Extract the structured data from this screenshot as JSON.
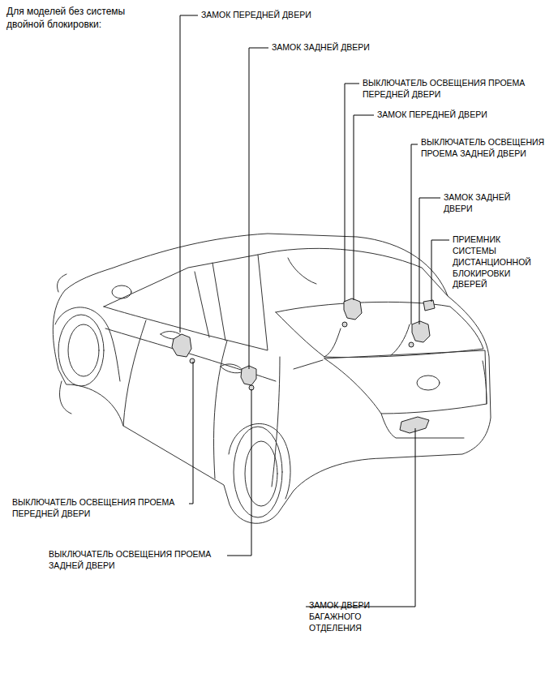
{
  "diagram": {
    "title": "Для моделей без системы двойной блокировки:",
    "labels": [
      "ЗАМОК ПЕРЕДНЕЙ ДВЕРИ",
      "ЗАМОК ЗАДНЕЙ ДВЕРИ",
      "ВЫКЛЮЧАТЕЛЬ ОСВЕЩЕНИЯ ПРОЕМА ПЕРЕДНЕЙ ДВЕРИ",
      "ЗАМОК ПЕРЕДНЕЙ ДВЕРИ",
      "ВЫКЛЮЧАТЕЛЬ ОСВЕЩЕНИЯ ПРОЕМА ЗАДНЕЙ ДВЕРИ",
      "ЗАМОК ЗАДНЕЙ ДВЕРИ",
      "ПРИЕМНИК СИСТЕМЫ ДИСТАНЦИОННОЙ БЛОКИРОВКИ ДВЕРЕЙ",
      "ВЫКЛЮЧАТЕЛЬ ОСВЕЩЕНИЯ ПРОЕМА ПЕРЕДНЕЙ ДВЕРИ",
      "ВЫКЛЮЧАТЕЛЬ ОСВЕЩЕНИЯ ПРОЕМА ЗАДНЕЙ ДВЕРИ",
      "ЗАМОК ДВЕРИ БАГАЖНОГО ОТДЕЛЕНИЯ"
    ]
  }
}
